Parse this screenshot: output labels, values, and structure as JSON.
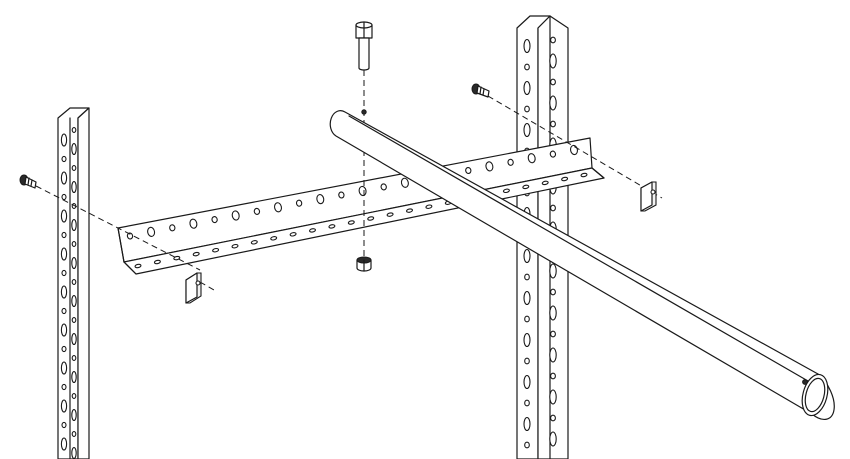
{
  "diagram": {
    "kind": "assembly-exploded-view",
    "components": [
      {
        "id": "upright-left",
        "icon": "perforated-angle-upright"
      },
      {
        "id": "upright-right",
        "icon": "perforated-angle-upright"
      },
      {
        "id": "crossbeam",
        "icon": "perforated-angle-beam"
      },
      {
        "id": "hanging-rail",
        "icon": "round-tube"
      },
      {
        "id": "vertical-bolt",
        "icon": "hex-bolt"
      },
      {
        "id": "vertical-nut",
        "icon": "cap-nut"
      },
      {
        "id": "side-bolt-left",
        "icon": "hex-bolt"
      },
      {
        "id": "side-bolt-right",
        "icon": "hex-bolt"
      },
      {
        "id": "clip-nut-left",
        "icon": "clip-nut"
      },
      {
        "id": "clip-nut-right",
        "icon": "clip-nut"
      }
    ],
    "colors": {
      "line": "#1a1a1a",
      "background": "#ffffff",
      "part_fill": "#ffffff"
    }
  }
}
